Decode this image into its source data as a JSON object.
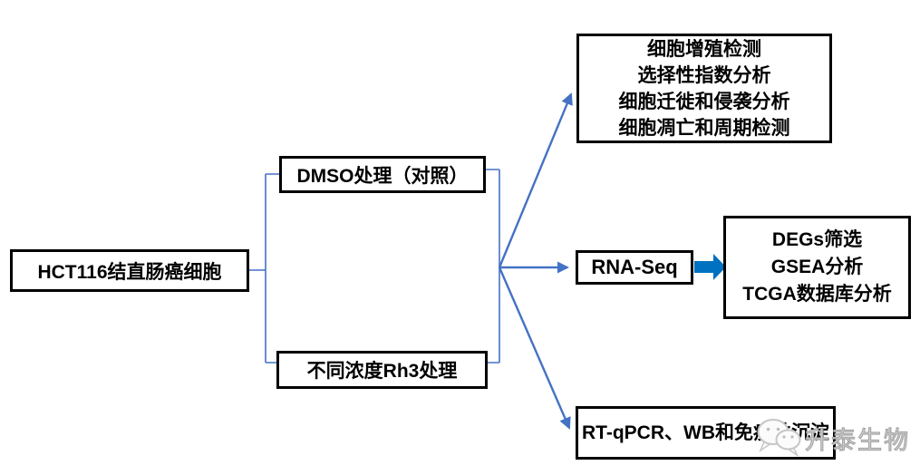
{
  "diagram_type": "flowchart",
  "colors": {
    "background": "#ffffff",
    "box_border": "#000000",
    "text": "#000000",
    "connector_blue": "#4472C4",
    "block_arrow_blue": "#0070C0",
    "watermark_gray": "#a6a6a6"
  },
  "boxes": {
    "root": {
      "label": "HCT116结直肠癌细胞"
    },
    "control": {
      "label": "DMSO处理（对照）"
    },
    "treatment": {
      "label": "不同浓度Rh3处理"
    },
    "assays": {
      "lines": [
        "细胞增殖检测",
        "选择性指数分析",
        "细胞迁徙和侵袭分析",
        "细胞凋亡和周期检测"
      ]
    },
    "rnaseq": {
      "label": "RNA-Seq"
    },
    "degs": {
      "lines": [
        "DEGs筛选",
        "GSEA分析",
        "TCGA数据库分析"
      ]
    },
    "validation": {
      "label": "RT-qPCR、WB和免疫共沉淀"
    }
  },
  "watermark": {
    "icon": "wechat-logo-icon",
    "text": "升泰生物"
  }
}
